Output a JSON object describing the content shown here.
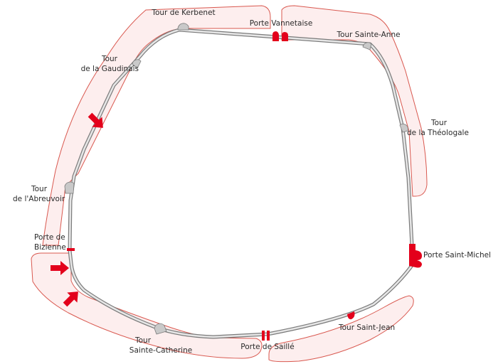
{
  "colors": {
    "band_fill": "#fdeeee",
    "band_stroke": "#d9584f",
    "wall_stroke": "#7a7a7a",
    "wall_fill": "#e6e6e6",
    "tower_fill": "#c9c9c9",
    "accent_red": "#e3001b",
    "text": "#2a2a2a"
  },
  "labels": {
    "tour_kerbenet": "Tour de Kerbenet",
    "porte_vannetaise": "Porte Vannetaise",
    "tour_sainte_anne": "Tour Sainte-Anne",
    "tour_gaudinais": {
      "line1": "Tour",
      "line2": "de la Gaudinais"
    },
    "tour_theologale": {
      "line1": "Tour",
      "line2": "de la Théologale"
    },
    "tour_abreuvoir": {
      "line1": "Tour",
      "line2": "de l'Abreuvoir"
    },
    "porte_bizienne": {
      "line1": "Porte de",
      "line2": "Bizienne"
    },
    "porte_saint_michel": "Porte Saint-Michel",
    "tour_saint_jean": "Tour Saint-Jean",
    "tour_sainte_catherine": {
      "line1": "Tour",
      "line2": "Sainte-Catherine"
    },
    "porte_saille": "Porte de Saillé"
  },
  "icons": {
    "gate": "gate-marker-icon",
    "tower": "tower-marker-icon",
    "entry": "entry-arrow-icon"
  }
}
